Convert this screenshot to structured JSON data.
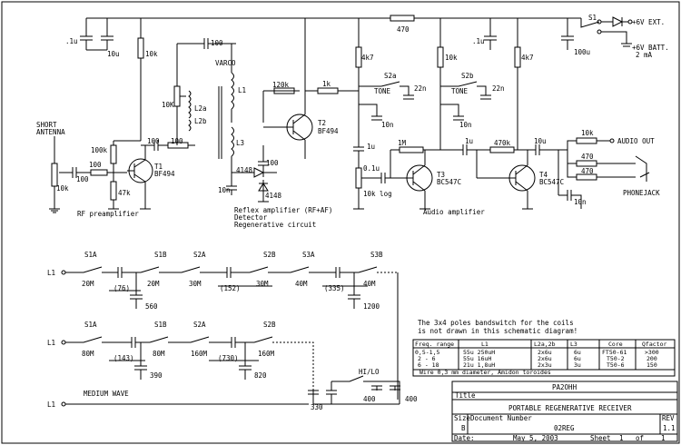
{
  "preamp": {
    "c_in1": ".1u",
    "c_in2": "10u",
    "r_top": "10k",
    "c_link": "100",
    "r_10k_pot": "10K",
    "l2a": "L2a",
    "l2b": "L2b",
    "varco": "VARCO",
    "l1": "L1",
    "short_antenna_1": "SHORT",
    "short_antenna_2": "ANTENNA",
    "r100k": "100k",
    "c100_a": "100",
    "r100": "100",
    "c100_b": "100",
    "r100_b": "100",
    "pot10k": "10k",
    "r47k": "47k",
    "t1_1": "T1",
    "t1_2": "BF494",
    "label": "RF preamplifier"
  },
  "reflex": {
    "r120k": "120k",
    "r1k": "1k",
    "l3": "L3",
    "d1": "4148",
    "d2": "4148",
    "c100": "100",
    "c10n": "10n",
    "t2_1": "T2",
    "t2_2": "BF494",
    "label_1": "Reflex amplifier (RF+AF)",
    "label_2": "Detector",
    "label_3": "Regenerative circuit"
  },
  "audio": {
    "r470": "470",
    "r4k7_a": "4k7",
    "r10k": "10k",
    "r4k7_b": "4k7",
    "s2a": "S2a",
    "s2b": "S2b",
    "tone_a": "TONE",
    "tone_b": "TONE",
    "c22n_a": "22n",
    "c22n_b": "22n",
    "c10n_a": "10n",
    "c10n_b": "10n",
    "c1u_a": "1u",
    "c1u_b": "1u",
    "c10u": "10u",
    "c01u": "0.1u",
    "r1m": "1M",
    "r470k": "470k",
    "pot10klog": "10k log",
    "t3_1": "T3",
    "t3_2": "BC547C",
    "t4_1": "T4",
    "t4_2": "BC547C",
    "c10n_c": "10n",
    "label": "Audio amplifier"
  },
  "supply": {
    "s1": "S1",
    "ext": "+6V EXT.",
    "batt": "+6V BATT.",
    "ma": "2 mA",
    "c01u": ".1u",
    "c100u": "100u"
  },
  "output": {
    "r10k": "10k",
    "audio_out": "AUDIO OUT",
    "r470_a": "470",
    "r470_b": "470",
    "phonejack": "PHONEJACK"
  },
  "bands": {
    "l1": "L1",
    "s1a": "S1A",
    "s1b": "S1B",
    "s2a": "S2A",
    "s2b": "S2B",
    "s3a": "S3A",
    "s3b": "S3B",
    "m20a": "20M",
    "m76": "(76)",
    "m20b": "20M",
    "c560": "560",
    "m30a": "30M",
    "m152": "(152)",
    "m30b": "30M",
    "m40a": "40M",
    "m335": "(335)",
    "m40b": "40M",
    "c1200": "1200",
    "m80a": "80M",
    "m143": "(143)",
    "m80b": "80M",
    "c390": "390",
    "m160a": "160M",
    "m730": "(730)",
    "m160b": "160M",
    "c820": "820",
    "medium_wave": "MEDIUM WAVE",
    "hilo": "HI/LO",
    "c330": "330",
    "c400_a": "400",
    "c400_b": "400"
  },
  "note": {
    "line1": "The 3x4 poles bandswitch for the coils",
    "line2": "is not drawn in this schematic diagram!"
  },
  "coil_table": {
    "headers": [
      "Freq. range",
      "L1",
      "L2a,2b",
      "L3",
      "Core",
      "Qfactor"
    ],
    "rows": [
      [
        "0,5-1,5",
        "55u 250uH",
        "2x6u",
        "6u",
        "FT50-61",
        ">300"
      ],
      [
        "2 - 6",
        "55u 16uH",
        "2x6u",
        "6u",
        "T50-2",
        "200"
      ],
      [
        "6 - 18",
        "21u 1,8uH",
        "2x3u",
        "3u",
        "T50-6",
        "150"
      ]
    ],
    "footer": "Wire 0,3 mm diameter, Amidon toroides"
  },
  "title_block": {
    "author": "PA2OHH",
    "title_label": "Title",
    "title": "PORTABLE REGENERATIVE RECEIVER",
    "size_label": "Size",
    "size": "B",
    "docnum_label": "Document Number",
    "docnum": "02REG",
    "rev_label": "REV",
    "rev": "1.1",
    "date_label": "Date:",
    "date": "May  5, 2003",
    "sheet_label": "Sheet",
    "sheet": "1",
    "of_label": "of",
    "sheets": "1"
  }
}
